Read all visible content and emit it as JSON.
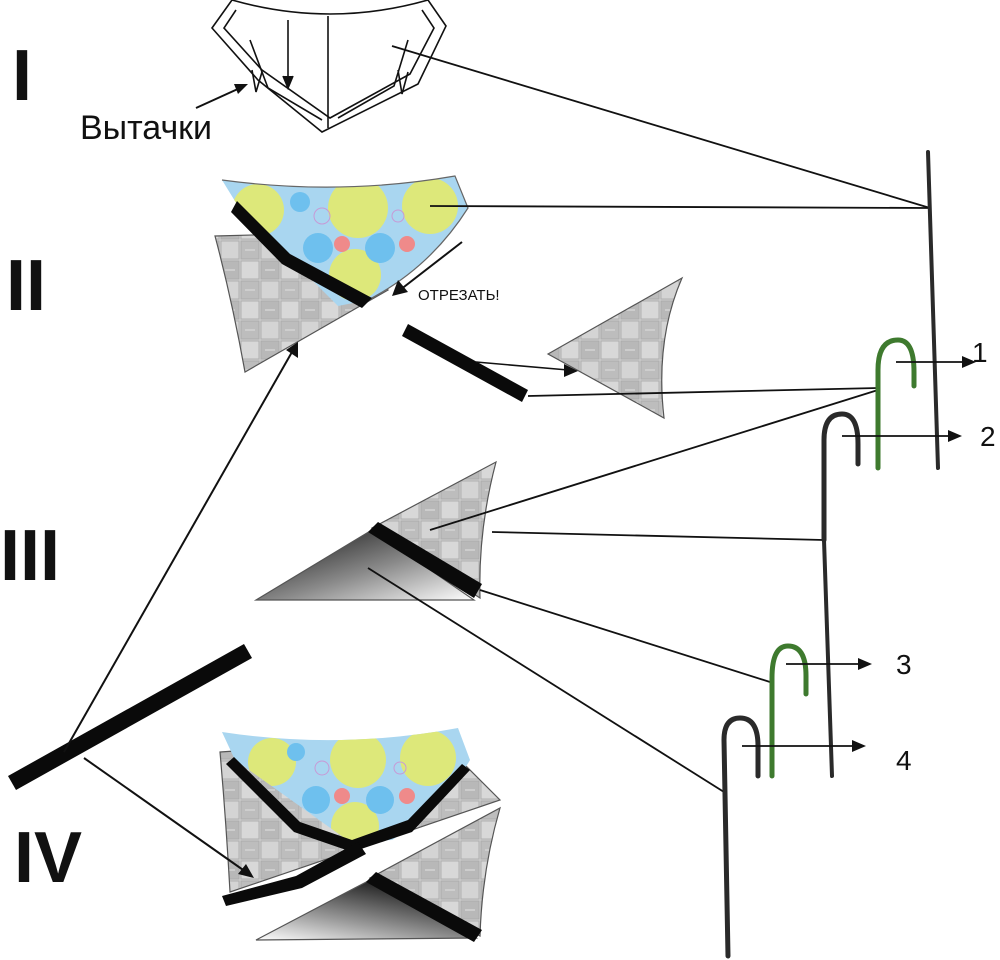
{
  "steps": {
    "i": "I",
    "ii": "II",
    "iii": "III",
    "iv": "IV"
  },
  "labels": {
    "darts": "Вытачки",
    "cut": "ОТРЕЗАТЬ!"
  },
  "numbers": {
    "n1": "1",
    "n2": "2",
    "n3": "3",
    "n4": "4"
  },
  "colors": {
    "ink": "#111111",
    "fabric_blue": "#a9d6f0",
    "fabric_yellow": "#dde87a",
    "fabric_dot_blue": "#6ec0ee",
    "fabric_dot_pink": "#ef8a8a",
    "lining_gray": "#c8c8c8",
    "hook_green": "#3e7a2e",
    "hook_black": "#2a2a2a"
  }
}
